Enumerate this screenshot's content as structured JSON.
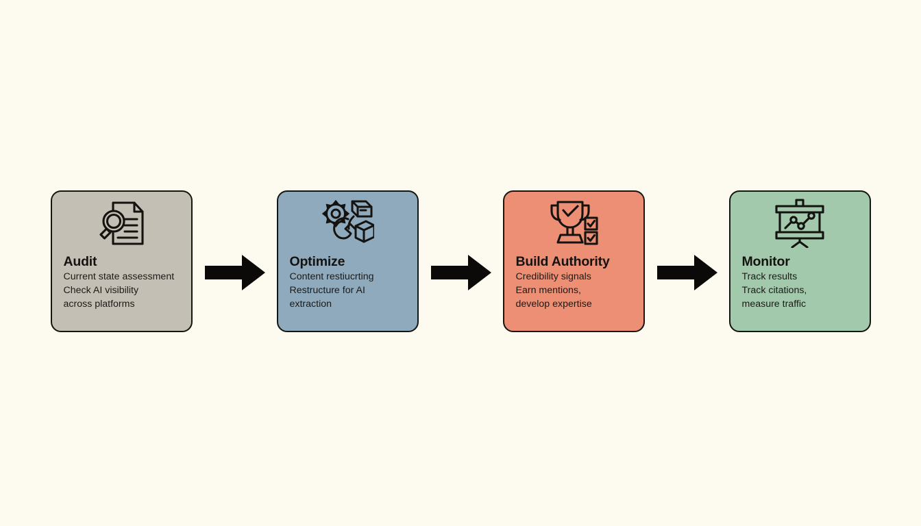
{
  "diagram": {
    "background_color": "#fdfaef",
    "outline_color": "#15140f",
    "arrow_color": "#0b0a08",
    "steps": [
      {
        "id": "audit",
        "icon": "document-magnifier-icon",
        "title": "Audit",
        "lines": [
          "Current state assessment",
          "Check AI visibility",
          "across platforms"
        ],
        "color": "#c4bfb4"
      },
      {
        "id": "optimize",
        "icon": "gear-wrench-box-icon",
        "title": "Optimize",
        "lines": [
          "Content restiucrting",
          "Restructure for AI",
          "extraction"
        ],
        "color": "#8fa9bd"
      },
      {
        "id": "build-authority",
        "icon": "trophy-checklist-icon",
        "title": "Build Authority",
        "lines": [
          "Credibility signals",
          "Earn mentions,",
          "develop expertise"
        ],
        "color": "#ec8f74"
      },
      {
        "id": "monitor",
        "icon": "presentation-chart-icon",
        "title": "Monitor",
        "lines": [
          "Track results",
          "Track citations,",
          "measure traffic"
        ],
        "color": "#a3c9ad"
      }
    ],
    "connectors": [
      {
        "id": "arrow-audit-to-optimize",
        "icon": "arrow-right-icon"
      },
      {
        "id": "arrow-optimize-to-build-authority",
        "icon": "arrow-right-icon"
      },
      {
        "id": "arrow-build-authority-to-monitor",
        "icon": "arrow-right-icon"
      }
    ]
  }
}
